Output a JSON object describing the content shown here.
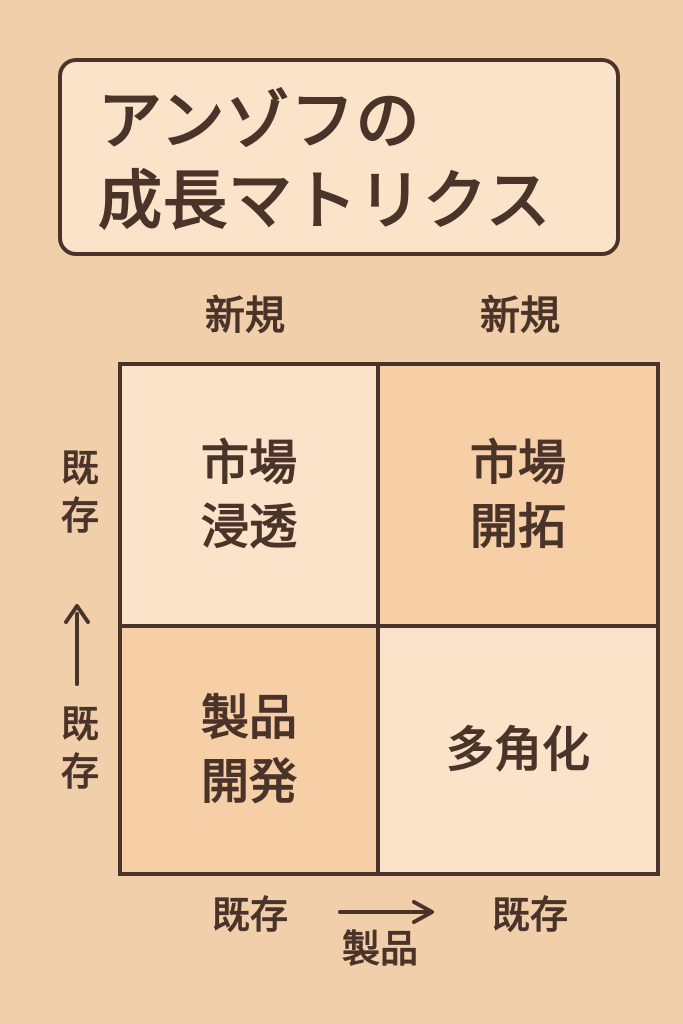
{
  "title": {
    "line1": "アンゾフの",
    "line2": "成長マトリクス"
  },
  "columns": {
    "left": "新規",
    "right": "新規"
  },
  "rows": {
    "top": "既\n存",
    "bottom": "既\n存"
  },
  "cells": {
    "top_left": "市場\n浸透",
    "top_right": "市場\n開拓",
    "bottom_left": "製品\n開発",
    "bottom_right": "多角化"
  },
  "bottom_axis": {
    "left": "既存",
    "right": "既存",
    "title": "製品"
  },
  "colors": {
    "background": "#f1cfaa",
    "light_cell": "#fbe3c9",
    "dark_cell": "#f6cfa6",
    "ink": "#4a3328"
  },
  "icons": {
    "vertical_arrow": "arrow-up-icon",
    "horizontal_arrow": "arrow-right-icon"
  }
}
